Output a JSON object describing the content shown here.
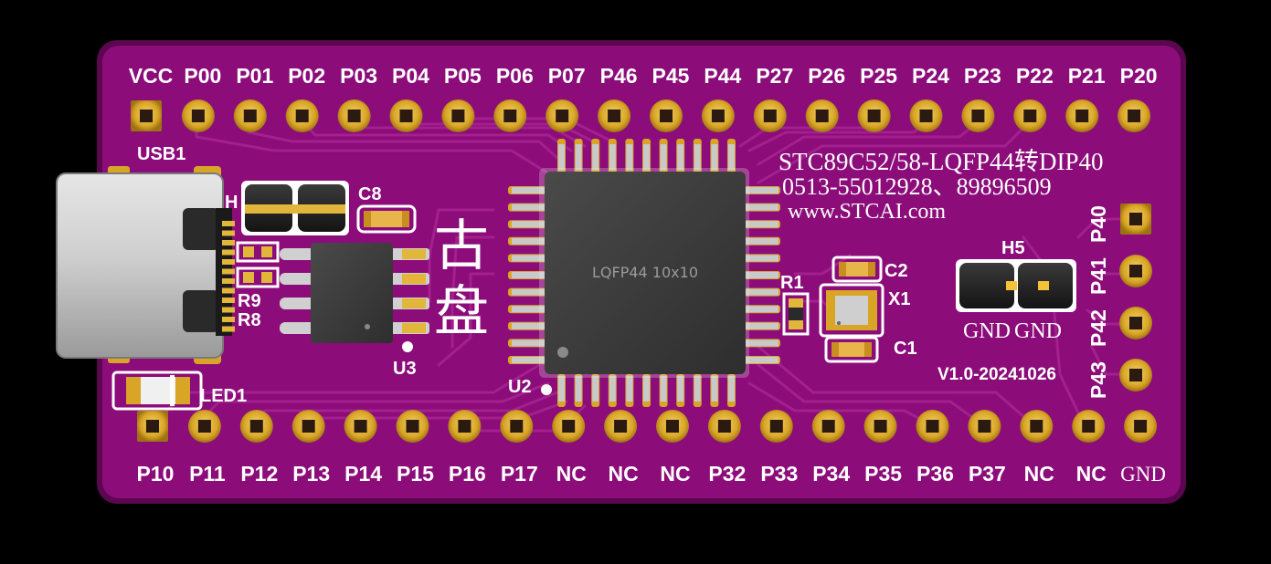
{
  "board": {
    "title_line1": "STC89C52/58-LQFP44转DIP40",
    "title_line2": "0513-55012928、89896509",
    "website": "www.STCAI.com",
    "version": "V1.0-20241026",
    "chip_marking": "LQFP44 10x10",
    "silk_glyph_top": "古",
    "silk_glyph_bottom": "盘"
  },
  "designators": {
    "usb": "USB1",
    "header_h": "H",
    "c8": "C8",
    "c2": "C2",
    "c1": "C1",
    "r1": "R1",
    "r8": "R8",
    "r9": "R9",
    "x1": "X1",
    "u2": "U2",
    "u3": "U3",
    "h5": "H5",
    "led1": "LED1",
    "h5_gnd_left": "GND",
    "h5_gnd_right": "GND"
  },
  "top_pins": [
    "VCC",
    "P00",
    "P01",
    "P02",
    "P03",
    "P04",
    "P05",
    "P06",
    "P07",
    "P46",
    "P45",
    "P44",
    "P27",
    "P26",
    "P25",
    "P24",
    "P23",
    "P22",
    "P21",
    "P20"
  ],
  "bottom_pins": [
    "P10",
    "P11",
    "P12",
    "P13",
    "P14",
    "P15",
    "P16",
    "P17",
    "NC",
    "NC",
    "NC",
    "P32",
    "P33",
    "P34",
    "P35",
    "P36",
    "P37",
    "NC",
    "NC",
    "GND"
  ],
  "right_pins": [
    "P40",
    "P41",
    "P42",
    "P43"
  ],
  "colors": {
    "board": "#8c0c7a",
    "board_edge": "#5a0750",
    "trace": "#9e1a8c",
    "gold": "#e0b030",
    "chip": "#3c3c3c",
    "silk": "#ffffff"
  }
}
